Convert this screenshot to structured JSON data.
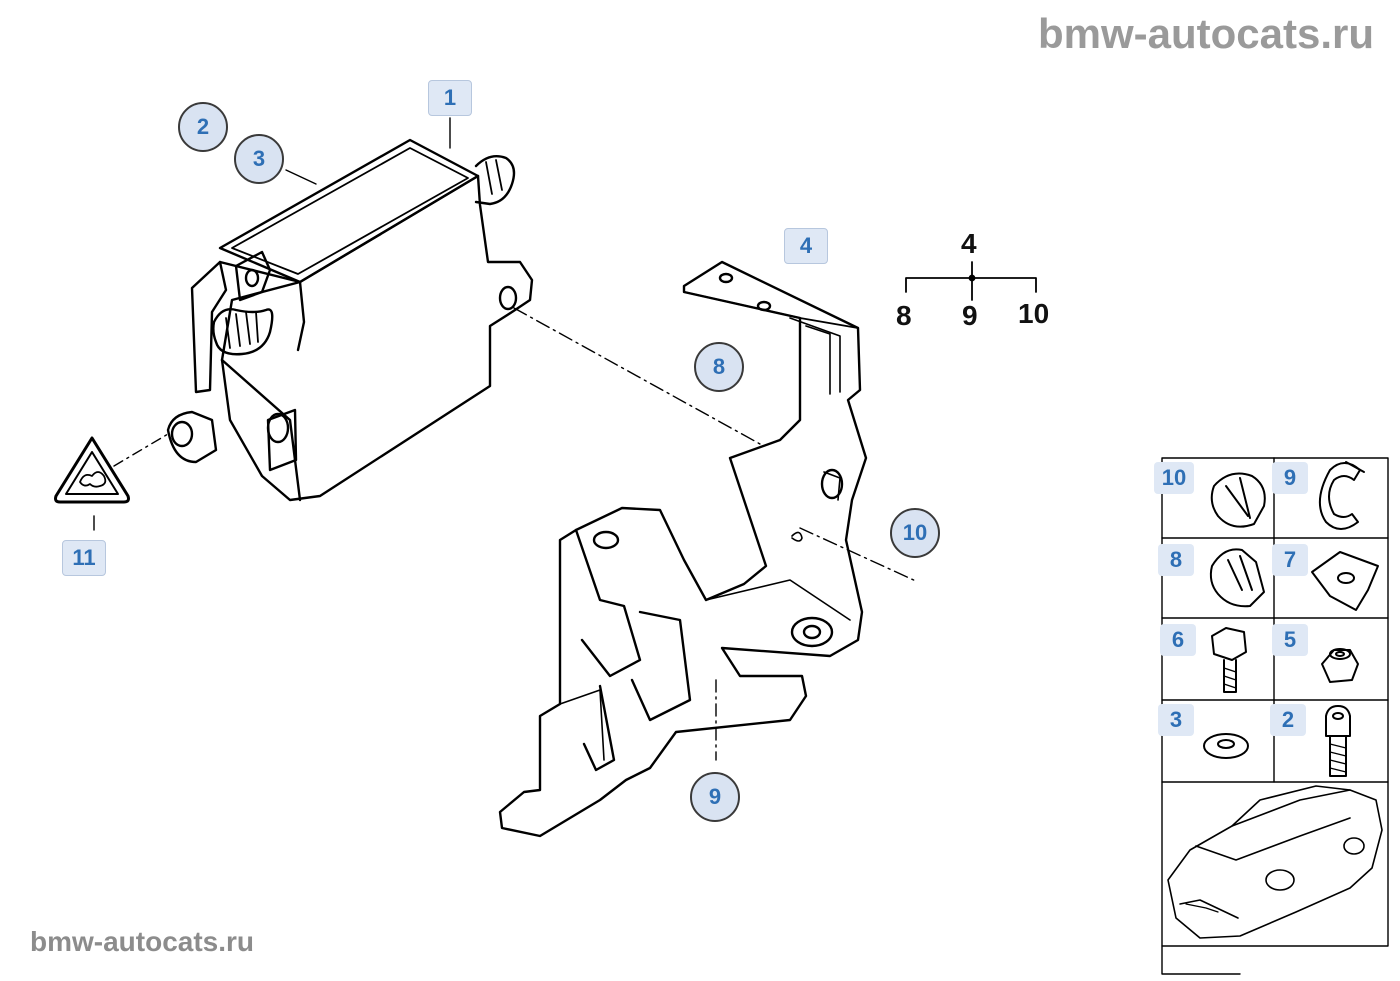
{
  "watermark_top": "bmw-autocats.ru",
  "watermark_bottom": "bmw-autocats.ru",
  "callouts": {
    "c1": "1",
    "c2": "2",
    "c3": "3",
    "c4": "4",
    "c8": "8",
    "c9": "9",
    "c10": "10",
    "c11": "11"
  },
  "tree": {
    "parent": "4",
    "child1": "8",
    "child2": "9",
    "child3": "10"
  },
  "grid": {
    "g10": "10",
    "g9": "9",
    "g8": "8",
    "g7": "7",
    "g6": "6",
    "g5": "5",
    "g3": "3",
    "g2": "2"
  },
  "colors": {
    "callout_text": "#2e6fb5",
    "callout_bg": "#dfe8f5",
    "watermark": "#9a9a9a"
  }
}
